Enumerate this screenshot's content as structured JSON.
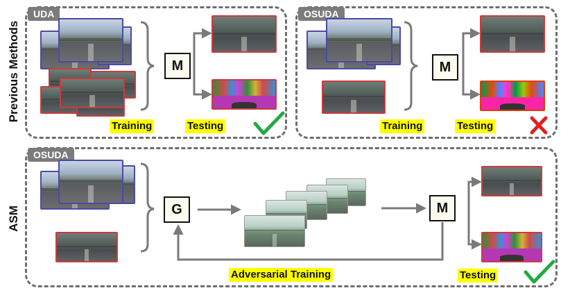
{
  "panels": {
    "uda_tag": "UDA",
    "osuda_top_tag": "OSUDA",
    "osuda_bottom_tag": "OSUDA"
  },
  "side_labels": {
    "previous": "Previous  Methods",
    "asm": "ASM"
  },
  "labels": {
    "training_1": "Training",
    "testing_1": "Testing",
    "training_2": "Training",
    "testing_2": "Testing",
    "adversarial": "Adversarial Training",
    "testing_3": "Testing"
  },
  "boxes": {
    "m1": "M",
    "m2": "M",
    "g": "G",
    "m3": "M"
  },
  "marks": {
    "uda_result": "check",
    "osuda_result": "cross",
    "asm_result": "check"
  },
  "colors": {
    "check": "#22aa44",
    "cross": "#e02020",
    "highlight": "#ffff00",
    "source_border": "#4a4aa8",
    "target_border": "#cc3b3b",
    "arrow": "#7a7a7a"
  }
}
